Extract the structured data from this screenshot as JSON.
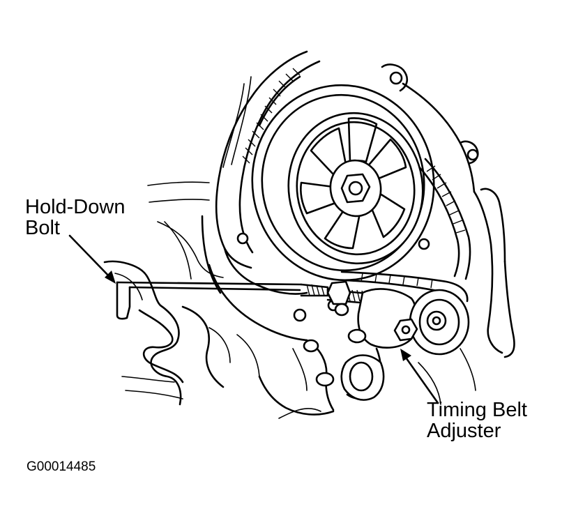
{
  "labels": {
    "hold_down_bolt_line1": "Hold-Down",
    "hold_down_bolt_line2": "Bolt",
    "timing_belt_adjuster_line1": "Timing Belt",
    "timing_belt_adjuster_line2": "Adjuster"
  },
  "figure_id": "G00014485"
}
